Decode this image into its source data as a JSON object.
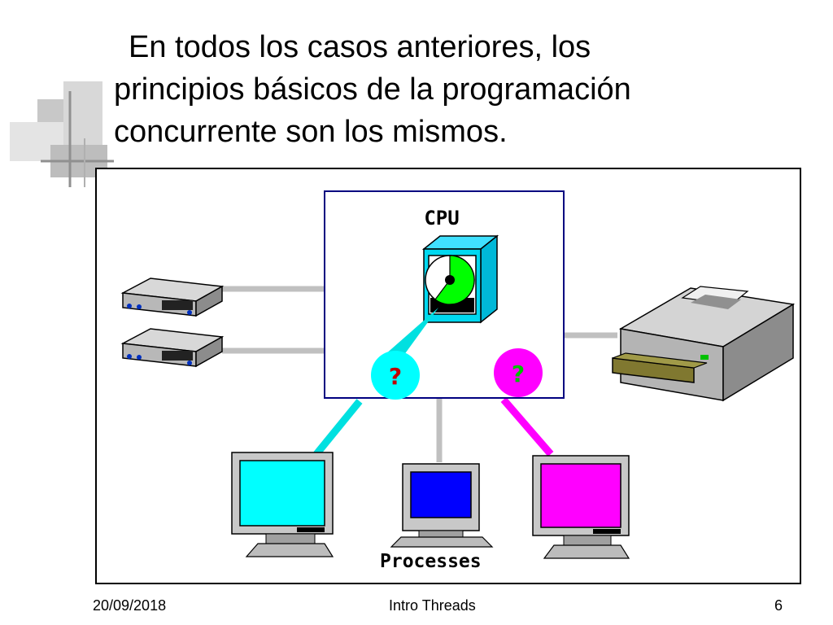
{
  "slide": {
    "title_lines": [
      "En todos los casos anteriores, los",
      "principios básicos de la programación",
      "concurrente son los mismos."
    ]
  },
  "figure": {
    "cpu_label": "CPU",
    "processes_label": "Processes",
    "query_marks": [
      "?",
      "?"
    ],
    "colors": {
      "process_1": "#00ffff",
      "process_2": "#0000ff",
      "process_3": "#ff00ff",
      "cpu_active": "#00ff00",
      "link": "#c0c0c0",
      "device_gray": "#a0a0a0"
    }
  },
  "footer": {
    "date": "20/09/2018",
    "center_text": "Intro Threads",
    "page_number": "6"
  }
}
